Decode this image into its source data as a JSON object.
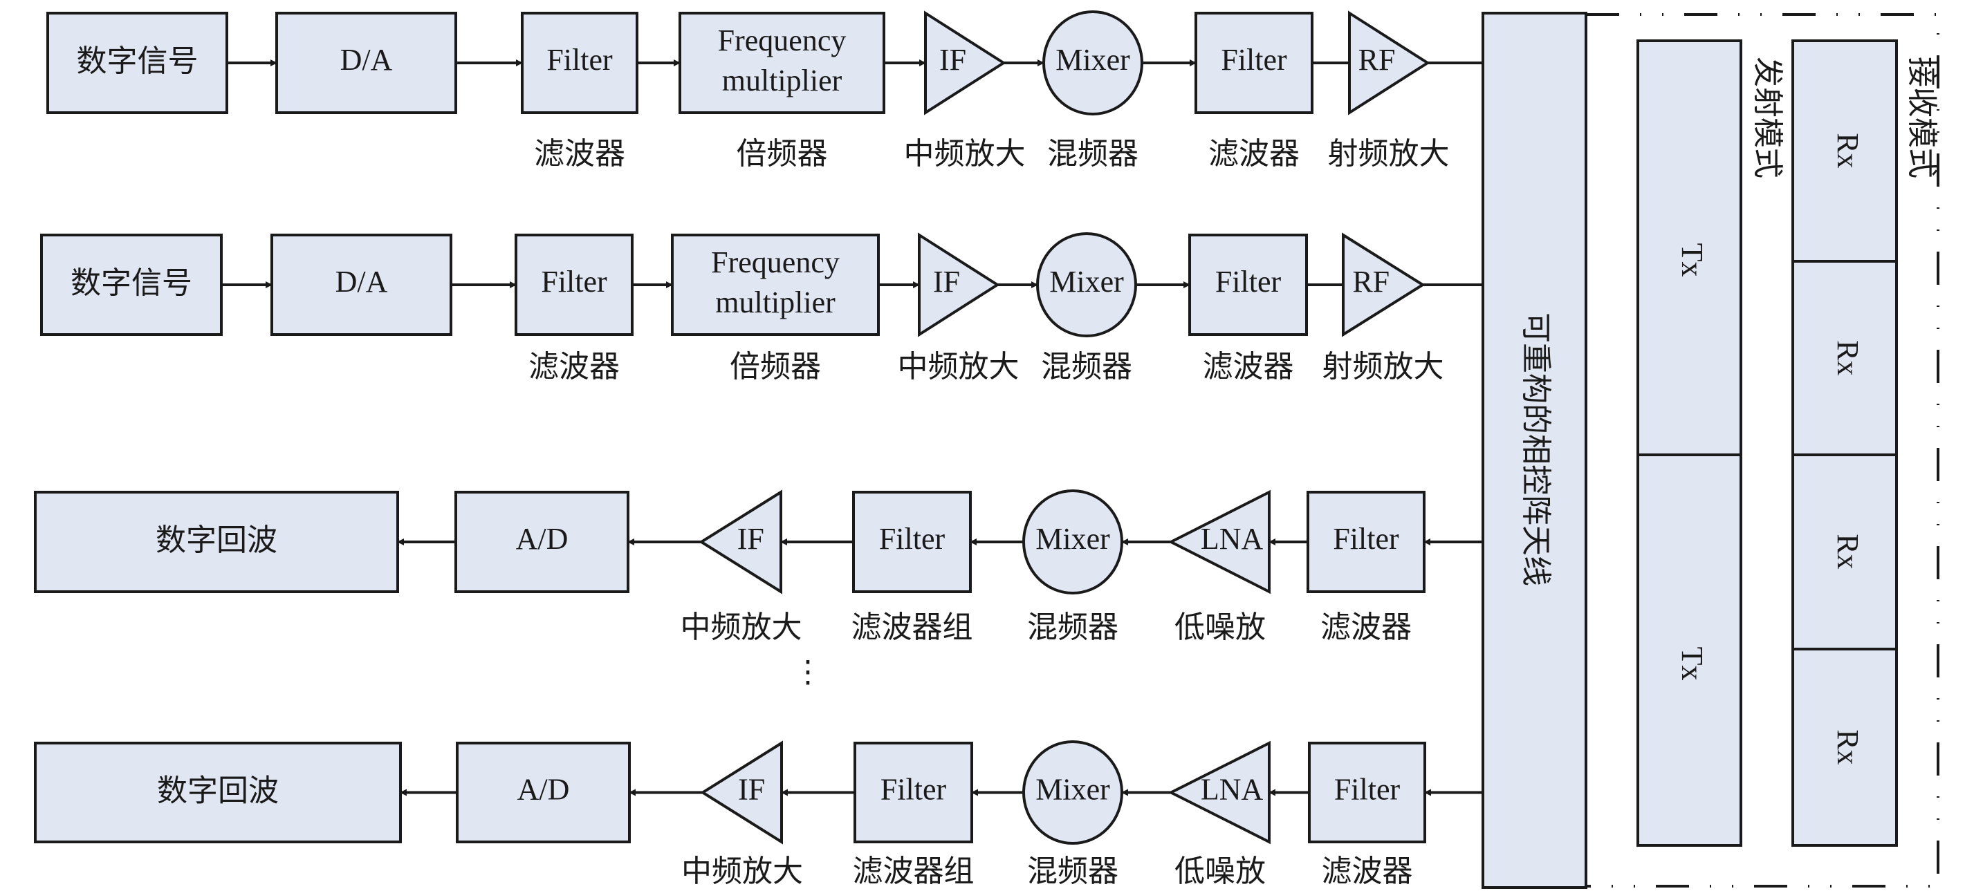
{
  "title": "可重构相控阵天线收发系统框图",
  "tx_chains": [
    {
      "blocks": [
        {
          "text": "数字信号",
          "caption": ""
        },
        {
          "text": "D/A",
          "caption": ""
        },
        {
          "text": "Filter",
          "caption": "滤波器"
        },
        {
          "text": "Frequency\nmultiplier",
          "line1": "Frequency",
          "line2": "multiplier",
          "caption": "倍频器"
        },
        {
          "text": "IF",
          "caption": "中频放大"
        },
        {
          "text": "Mixer",
          "caption": "混频器"
        },
        {
          "text": "Filter",
          "caption": "滤波器"
        },
        {
          "text": "RF",
          "caption": "射频放大"
        }
      ]
    },
    {
      "blocks": [
        {
          "text": "数字信号",
          "caption": ""
        },
        {
          "text": "D/A",
          "caption": ""
        },
        {
          "text": "Filter",
          "caption": "滤波器"
        },
        {
          "text": "Frequency\nmultiplier",
          "line1": "Frequency",
          "line2": "multiplier",
          "caption": "倍频器"
        },
        {
          "text": "IF",
          "caption": "中频放大"
        },
        {
          "text": "Mixer",
          "caption": "混频器"
        },
        {
          "text": "Filter",
          "caption": "滤波器"
        },
        {
          "text": "RF",
          "caption": "射频放大"
        }
      ]
    }
  ],
  "rx_chains": [
    {
      "blocks": [
        {
          "text": "数字回波",
          "caption": ""
        },
        {
          "text": "A/D",
          "caption": ""
        },
        {
          "text": "IF",
          "caption": "中频放大"
        },
        {
          "text": "Filter",
          "caption": "滤波器组"
        },
        {
          "text": "Mixer",
          "caption": "混频器"
        },
        {
          "text": "LNA",
          "caption": "低噪放"
        },
        {
          "text": "Filter",
          "caption": "滤波器"
        }
      ]
    },
    {
      "blocks": [
        {
          "text": "数字回波",
          "caption": ""
        },
        {
          "text": "A/D",
          "caption": ""
        },
        {
          "text": "IF",
          "caption": "中频放大"
        },
        {
          "text": "Filter",
          "caption": "滤波器组"
        },
        {
          "text": "Mixer",
          "caption": "混频器"
        },
        {
          "text": "LNA",
          "caption": "低噪放"
        },
        {
          "text": "Filter",
          "caption": "滤波器"
        }
      ]
    }
  ],
  "ellipsis": "⋮",
  "antenna": {
    "label": "可重构的相控阵天线"
  },
  "modes": {
    "tx_mode": {
      "label": "发射模式",
      "cells": [
        "Tx",
        "Tx"
      ]
    },
    "rx_mode": {
      "label": "接收模式",
      "cells": [
        "Rx",
        "Rx",
        "Rx",
        "Rx"
      ]
    }
  },
  "colors": {
    "block_fill": "#e0e6f2",
    "stroke": "#1a1a1a"
  }
}
